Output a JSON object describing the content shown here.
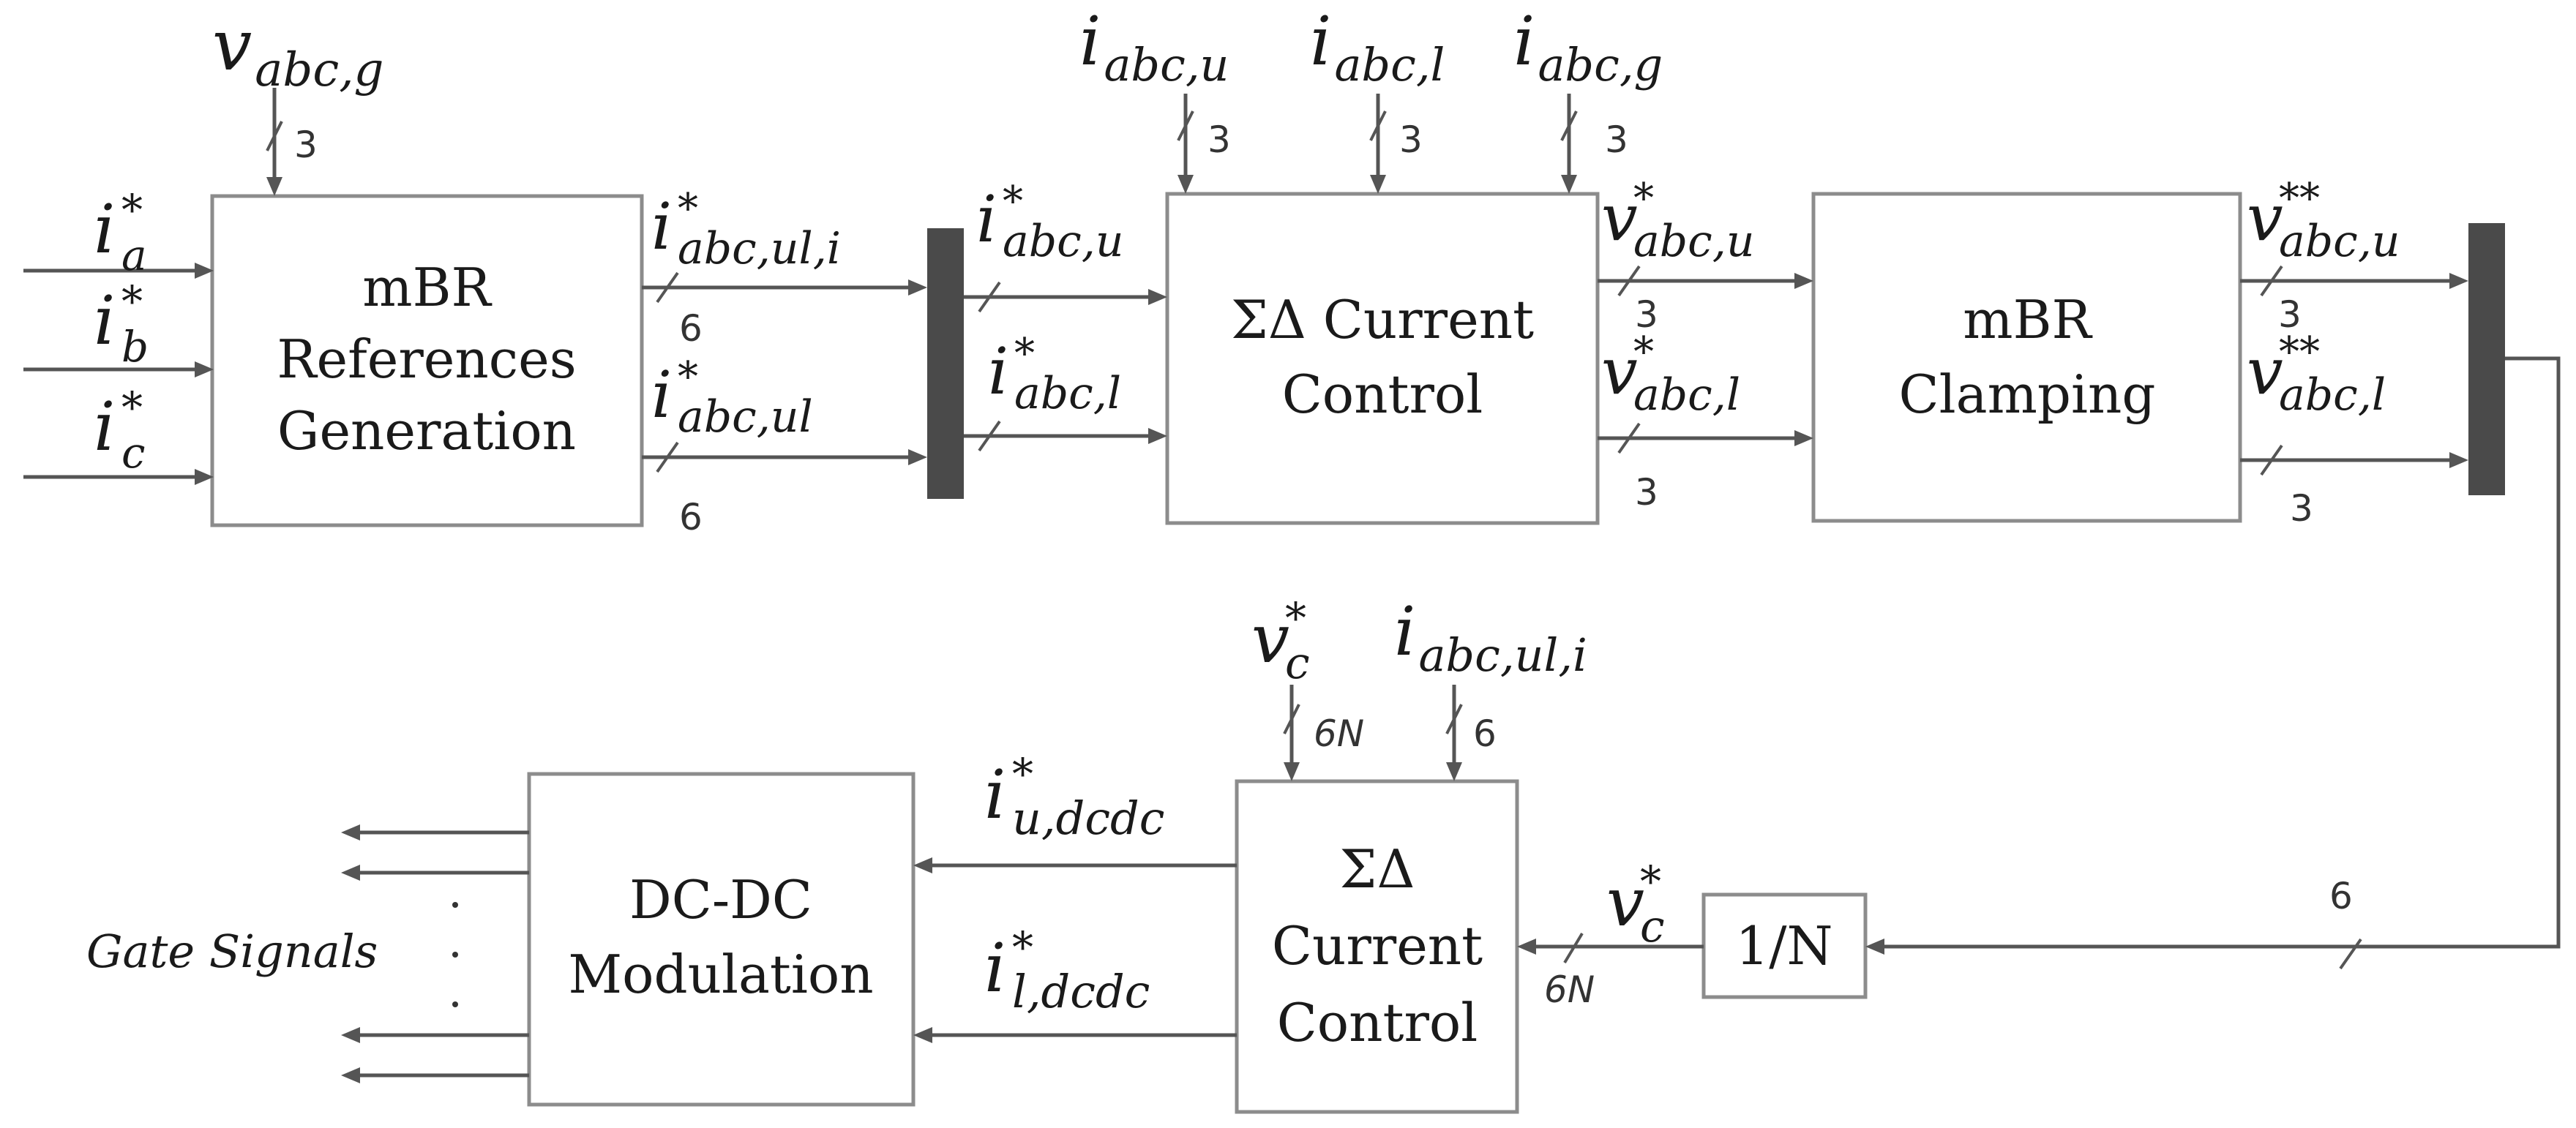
{
  "blocks": {
    "mbr_ref": [
      "mBR",
      "References",
      "Generation"
    ],
    "sigma_cc_top": [
      "ΣΔ Current",
      "Control"
    ],
    "mbr_clamp": [
      "mBR",
      "Clamping"
    ],
    "one_over_n": "1/N",
    "sigma_cc_bottom": [
      "ΣΔ",
      "Current",
      "Control"
    ],
    "dcdc_mod": [
      "DC-DC",
      "Modulation"
    ]
  },
  "signals": {
    "v_abc_g": {
      "base": "v",
      "sub": "abc,g",
      "sup": ""
    },
    "i_a": {
      "base": "i",
      "sub": "a",
      "sup": "*"
    },
    "i_b": {
      "base": "i",
      "sub": "b",
      "sup": "*"
    },
    "i_c": {
      "base": "i",
      "sub": "c",
      "sup": "*"
    },
    "i_abc_uli_ref": {
      "base": "i",
      "sub": "abc,ul,i",
      "sup": "*"
    },
    "i_abc_ul_ref": {
      "base": "i",
      "sub": "abc,ul",
      "sup": "*"
    },
    "i_abc_u_ref": {
      "base": "i",
      "sub": "abc,u",
      "sup": "*"
    },
    "i_abc_l_ref": {
      "base": "i",
      "sub": "abc,l",
      "sup": "*"
    },
    "i_abc_u": {
      "base": "i",
      "sub": "abc,u",
      "sup": ""
    },
    "i_abc_l": {
      "base": "i",
      "sub": "abc,l",
      "sup": ""
    },
    "i_abc_g": {
      "base": "i",
      "sub": "abc,g",
      "sup": ""
    },
    "v_abc_u_ref": {
      "base": "v",
      "sub": "abc,u",
      "sup": "*"
    },
    "v_abc_l_ref": {
      "base": "v",
      "sub": "abc,l",
      "sup": "*"
    },
    "v_abc_u_ref2": {
      "base": "v",
      "sub": "abc,u",
      "sup": "**"
    },
    "v_abc_l_ref2": {
      "base": "v",
      "sub": "abc,l",
      "sup": "**"
    },
    "v_c_top": {
      "base": "v",
      "sub": "c",
      "sup": "*"
    },
    "i_abc_uli_meas": {
      "base": "i",
      "sub": "abc,ul,i",
      "sup": ""
    },
    "v_c_mid": {
      "base": "v",
      "sub": "c",
      "sup": "*"
    },
    "i_u_dcdc": {
      "base": "i",
      "sub": "u,dcdc",
      "sup": "*"
    },
    "i_l_dcdc": {
      "base": "i",
      "sub": "l,dcdc",
      "sup": "*"
    }
  },
  "counts": {
    "vg": "3",
    "iabcu": "3",
    "iabcl": "3",
    "iabcg": "3",
    "ref_uli": "6",
    "ref_ul": "6",
    "vu": "3",
    "vl": "3",
    "vu2": "3",
    "vl2": "3",
    "fb": "6",
    "vc_top": "6N",
    "iuli": "6",
    "vc_mid": "6N"
  },
  "gate_signals": "Gate Signals"
}
